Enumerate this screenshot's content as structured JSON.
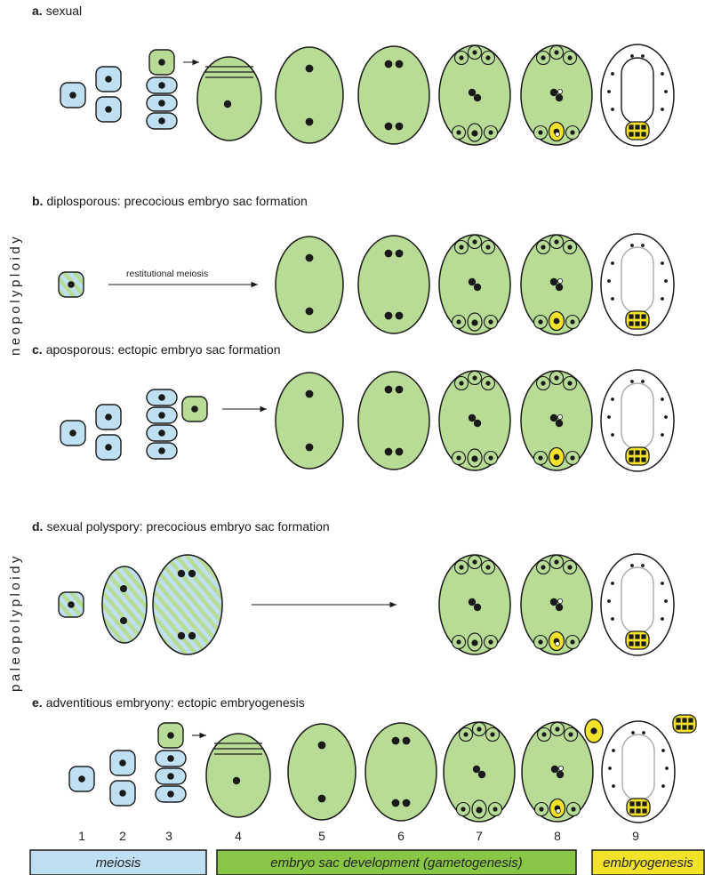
{
  "colors": {
    "meiosis": "#bfe0f2",
    "embryo_sac": "#b8dc95",
    "embryogenesis": "#f2e22a",
    "outline": "#1a1a1a",
    "legend_green": "#89c645"
  },
  "side_labels": {
    "upper": "neopolyploidy",
    "lower": "paleopolyploidy"
  },
  "rows": [
    {
      "letter": "a.",
      "title": "sexual"
    },
    {
      "letter": "b.",
      "title": "diplosporous: precocious embryo sac formation",
      "arrow_label": "restitutional meiosis"
    },
    {
      "letter": "c.",
      "title": "aposporous:  ectopic embryo sac formation"
    },
    {
      "letter": "d.",
      "title": "sexual polyspory: precocious embryo sac formation"
    },
    {
      "letter": "e.",
      "title": "adventitious embryony: ectopic embryogenesis"
    }
  ],
  "stages": [
    "1",
    "2",
    "3",
    "4",
    "5",
    "6",
    "7",
    "8",
    "9"
  ],
  "legend": {
    "meiosis": "meiosis",
    "embryo_sac": "embryo sac development (gametogenesis)",
    "embryogenesis": "embryogenesis"
  }
}
